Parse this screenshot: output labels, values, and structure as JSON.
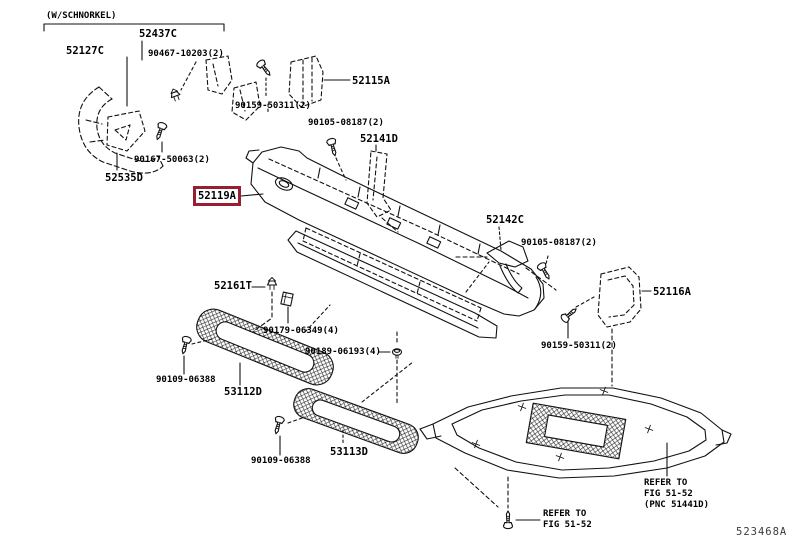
{
  "diagram": {
    "variant_note": "(W/SCHNORKEL)",
    "diagram_code": "523468A",
    "highlight": {
      "part": "52119A",
      "color": "#981e32"
    },
    "labels": [
      {
        "id": "w-schnorkel",
        "text": "(W/SCHNORKEL)"
      },
      {
        "id": "52437c",
        "text": "52437C"
      },
      {
        "id": "52127c",
        "text": "52127C"
      },
      {
        "id": "90467-10203",
        "text": "90467-10203(2)"
      },
      {
        "id": "90159-50311-a",
        "text": "90159-50311(2)"
      },
      {
        "id": "52115a",
        "text": "52115A"
      },
      {
        "id": "90105-08187-a",
        "text": "90105-08187(2)"
      },
      {
        "id": "52141d",
        "text": "52141D"
      },
      {
        "id": "90167-50063",
        "text": "90167-50063(2)"
      },
      {
        "id": "52535d",
        "text": "52535D"
      },
      {
        "id": "52119a",
        "text": "52119A",
        "highlighted": true
      },
      {
        "id": "52142c",
        "text": "52142C"
      },
      {
        "id": "90105-08187-b",
        "text": "90105-08187(2)"
      },
      {
        "id": "52161t",
        "text": "52161T"
      },
      {
        "id": "52116a",
        "text": "52116A"
      },
      {
        "id": "90159-50311-b",
        "text": "90159-50311(2)"
      },
      {
        "id": "90179-06349",
        "text": "90179-06349(4)"
      },
      {
        "id": "90189-06193",
        "text": "90189-06193(4)"
      },
      {
        "id": "90109-06388-a",
        "text": "90109-06388"
      },
      {
        "id": "53112d",
        "text": "53112D"
      },
      {
        "id": "53113d",
        "text": "53113D"
      },
      {
        "id": "90109-06388-b",
        "text": "90109-06388"
      }
    ],
    "refer_notes": [
      {
        "lines": [
          "REFER TO",
          "FIG 51-52",
          "(PNC 51441D)"
        ]
      },
      {
        "lines": [
          "REFER TO",
          "FIG 51-52"
        ]
      }
    ]
  }
}
